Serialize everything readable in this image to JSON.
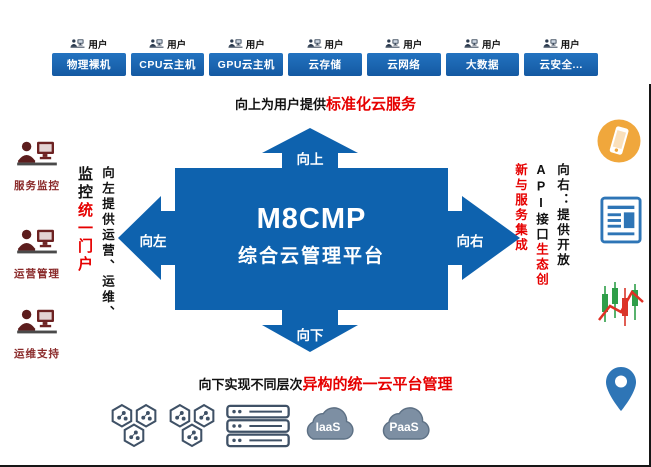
{
  "top": {
    "user_label": "用户",
    "services": [
      "物理裸机",
      "CPU云主机",
      "GPU云主机",
      "云存储",
      "云网络",
      "大数据",
      "云安全..."
    ],
    "caption": {
      "black": "向上为用户提供",
      "red": "标准化云服务"
    }
  },
  "center": {
    "title": "M8CMP",
    "subtitle": "综合云管理平台",
    "up": "向上",
    "down": "向下",
    "left": "向左",
    "right": "向右"
  },
  "left_side": {
    "vertical": {
      "line1": "向左提供运营、运维、",
      "line2_black": "监控",
      "line2_red": "统一门户"
    },
    "items": [
      {
        "label": "服务监控"
      },
      {
        "label": "运营管理"
      },
      {
        "label": "运维支持"
      }
    ]
  },
  "right_side": {
    "vertical": {
      "col1": "向右：提供开放",
      "col2_black": "API接口",
      "col2_red": "生态创",
      "col3_red": "新与服务集成"
    }
  },
  "bottom": {
    "caption": {
      "black": "向下实现不同层次",
      "red": "异构的统一云平台管理"
    },
    "clouds": [
      {
        "label": "IaaS"
      },
      {
        "label": "PaaS"
      }
    ]
  },
  "colors": {
    "service_box_blue": "#1b66b5",
    "cross_blue": "#0e62ae",
    "accent_red": "#e60000",
    "icon_slate": "#3f5166",
    "maroon": "#6d2222",
    "phone_amber": "#f0a73c",
    "doc_blue": "#2e75b6",
    "cloud_gray": "#7d8fa3"
  }
}
